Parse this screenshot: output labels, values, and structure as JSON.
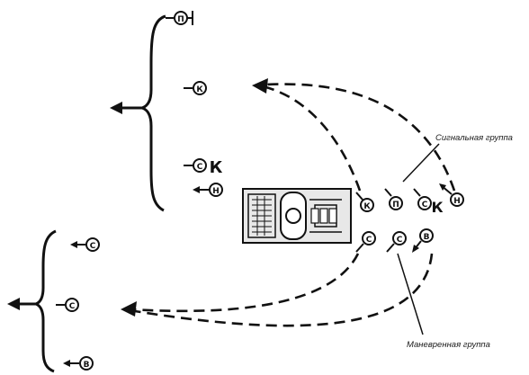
{
  "labels": {
    "signal_group": "Сигнальная группа",
    "maneuver_group": "Маневренная группа"
  },
  "symbols": {
    "sym_pi": "П",
    "sym_k": "К",
    "sym_ck": "С",
    "sym_ck_k": "К",
    "sym_v": "Н",
    "sym_left_c1": "С",
    "sym_left_c2": "С",
    "sym_left_theta": "В",
    "veh_k": "К",
    "veh_p": "П",
    "veh_c": "С",
    "veh_n": "Н",
    "veh_c2": "С",
    "veh_c3": "С",
    "veh_theta": "В"
  },
  "colors": {
    "ink": "#111111",
    "vehicle_fill": "#e8e8e8"
  }
}
